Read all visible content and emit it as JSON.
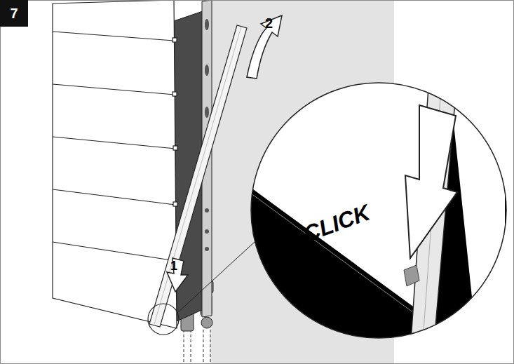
{
  "diagram": {
    "nodes": [
      {
        "text": [
          "7"
        ]
      }
    ],
    "labels": [
      "2",
      "1",
      "CLICK"
    ]
  }
}
